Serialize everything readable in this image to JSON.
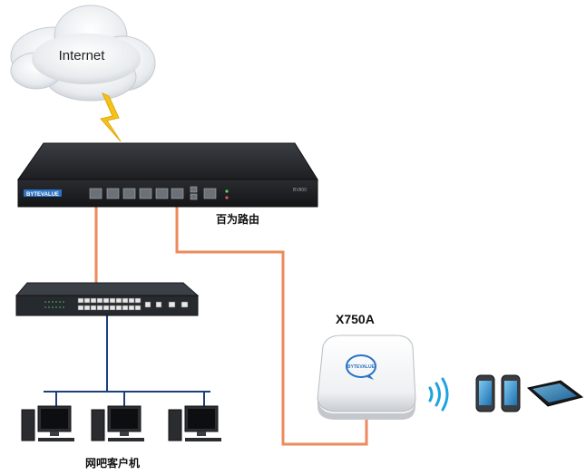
{
  "diagram": {
    "internet_label": "Internet",
    "router": {
      "label": "百为路由",
      "brand": "BYTEVALUE",
      "model": "BV800"
    },
    "access_point": {
      "label": "X750A",
      "brand": "BYTEVALUE"
    },
    "clients_label": "网吧客户机"
  },
  "colors": {
    "cable_wan": "#ee8a5c",
    "cable_lan": "#1e3f7a",
    "lightning": "#f4c21a",
    "wifi": "#1fa3e0",
    "device_dark": "#222427",
    "brand_blue": "#2b73c6"
  },
  "icons": [
    "cloud-icon",
    "lightning-icon",
    "router-icon",
    "switch-icon",
    "access-point-icon",
    "wifi-signal-icon",
    "phone-icon",
    "tablet-icon",
    "desktop-pc-icon"
  ]
}
